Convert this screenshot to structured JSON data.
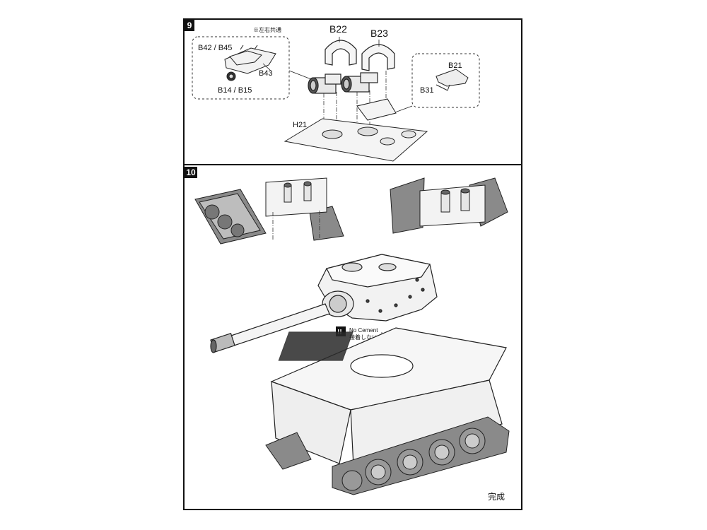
{
  "steps": [
    {
      "number": "9"
    },
    {
      "number": "10"
    }
  ],
  "step9": {
    "note": "※左右共通",
    "callout_left": {
      "parts_top": "B42 / B45",
      "part_right": "B43",
      "parts_bottom": "B14 / B15"
    },
    "callout_right": {
      "part_top": "B21",
      "part_left": "B31"
    },
    "part_b22": "B22",
    "part_b23": "B23",
    "part_h21": "H21"
  },
  "step10": {
    "warning_icon": "!!",
    "warning_en": "No Cement",
    "warning_jp": "接着しない",
    "complete": "完成"
  }
}
